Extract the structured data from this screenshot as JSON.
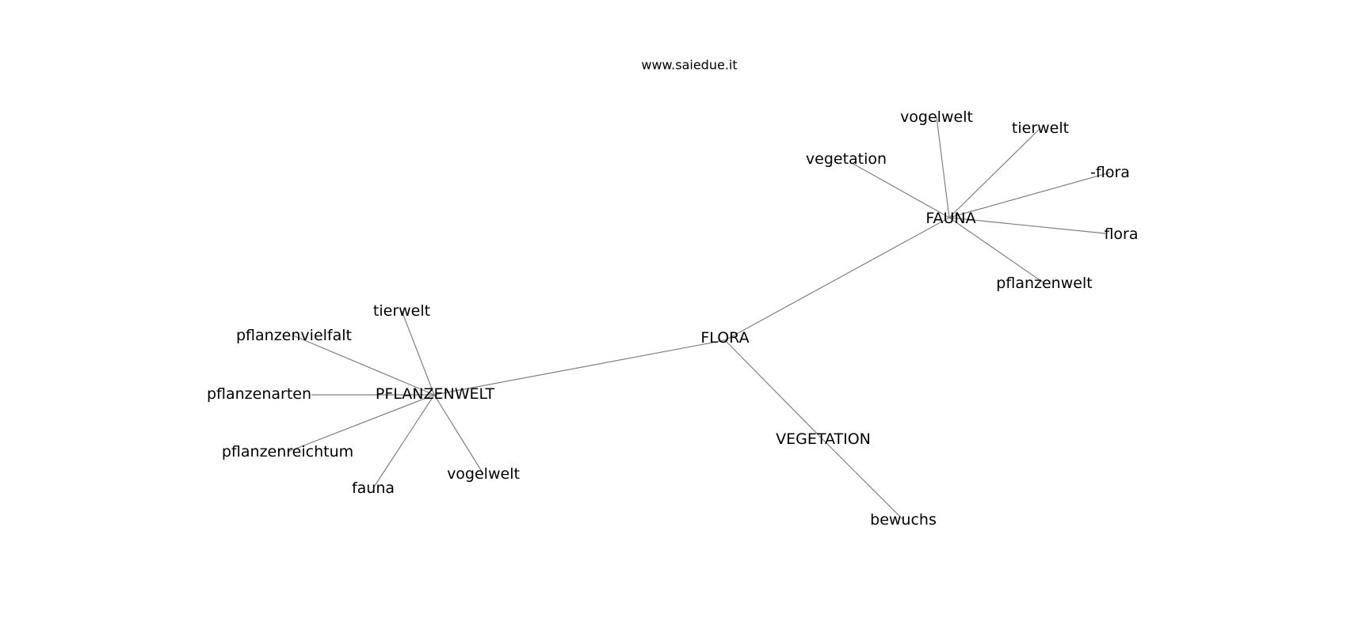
{
  "site": "www.saiedue.it",
  "nodes": [
    {
      "id": "flora_main",
      "label": "FLORA"
    },
    {
      "id": "fauna_main",
      "label": "FAUNA"
    },
    {
      "id": "pflanzenwelt_main",
      "label": "PFLANZENWELT"
    },
    {
      "id": "vegetation_main",
      "label": "VEGETATION"
    },
    {
      "id": "vogelwelt_1",
      "label": "vogelwelt"
    },
    {
      "id": "tierwelt_1",
      "label": "tierwelt"
    },
    {
      "id": "vegetation_1",
      "label": "vegetation"
    },
    {
      "id": "flora_dash",
      "label": "-flora"
    },
    {
      "id": "flora_1",
      "label": "flora"
    },
    {
      "id": "pflanzenwelt_1",
      "label": "pflanzenwelt"
    },
    {
      "id": "tierwelt_2",
      "label": "tierwelt"
    },
    {
      "id": "pflanzenvielfalt",
      "label": "pflanzenvielfalt"
    },
    {
      "id": "pflanzenarten",
      "label": "pflanzenarten"
    },
    {
      "id": "pflanzenreichtum",
      "label": "pflanzenreichtum"
    },
    {
      "id": "fauna_1",
      "label": "fauna"
    },
    {
      "id": "vogelwelt_2",
      "label": "vogelwelt"
    },
    {
      "id": "bewuchs",
      "label": "bewuchs"
    }
  ],
  "edges": [
    [
      "flora_main",
      "fauna_main"
    ],
    [
      "flora_main",
      "pflanzenwelt_main"
    ],
    [
      "flora_main",
      "vegetation_main"
    ],
    [
      "vegetation_main",
      "bewuchs"
    ],
    [
      "fauna_main",
      "vogelwelt_1"
    ],
    [
      "fauna_main",
      "tierwelt_1"
    ],
    [
      "fauna_main",
      "vegetation_1"
    ],
    [
      "fauna_main",
      "flora_dash"
    ],
    [
      "fauna_main",
      "flora_1"
    ],
    [
      "fauna_main",
      "pflanzenwelt_1"
    ],
    [
      "pflanzenwelt_main",
      "tierwelt_2"
    ],
    [
      "pflanzenwelt_main",
      "pflanzenvielfalt"
    ],
    [
      "pflanzenwelt_main",
      "pflanzenarten"
    ],
    [
      "pflanzenwelt_main",
      "pflanzenreichtum"
    ],
    [
      "pflanzenwelt_main",
      "fauna_1"
    ],
    [
      "pflanzenwelt_main",
      "vogelwelt_2"
    ]
  ]
}
